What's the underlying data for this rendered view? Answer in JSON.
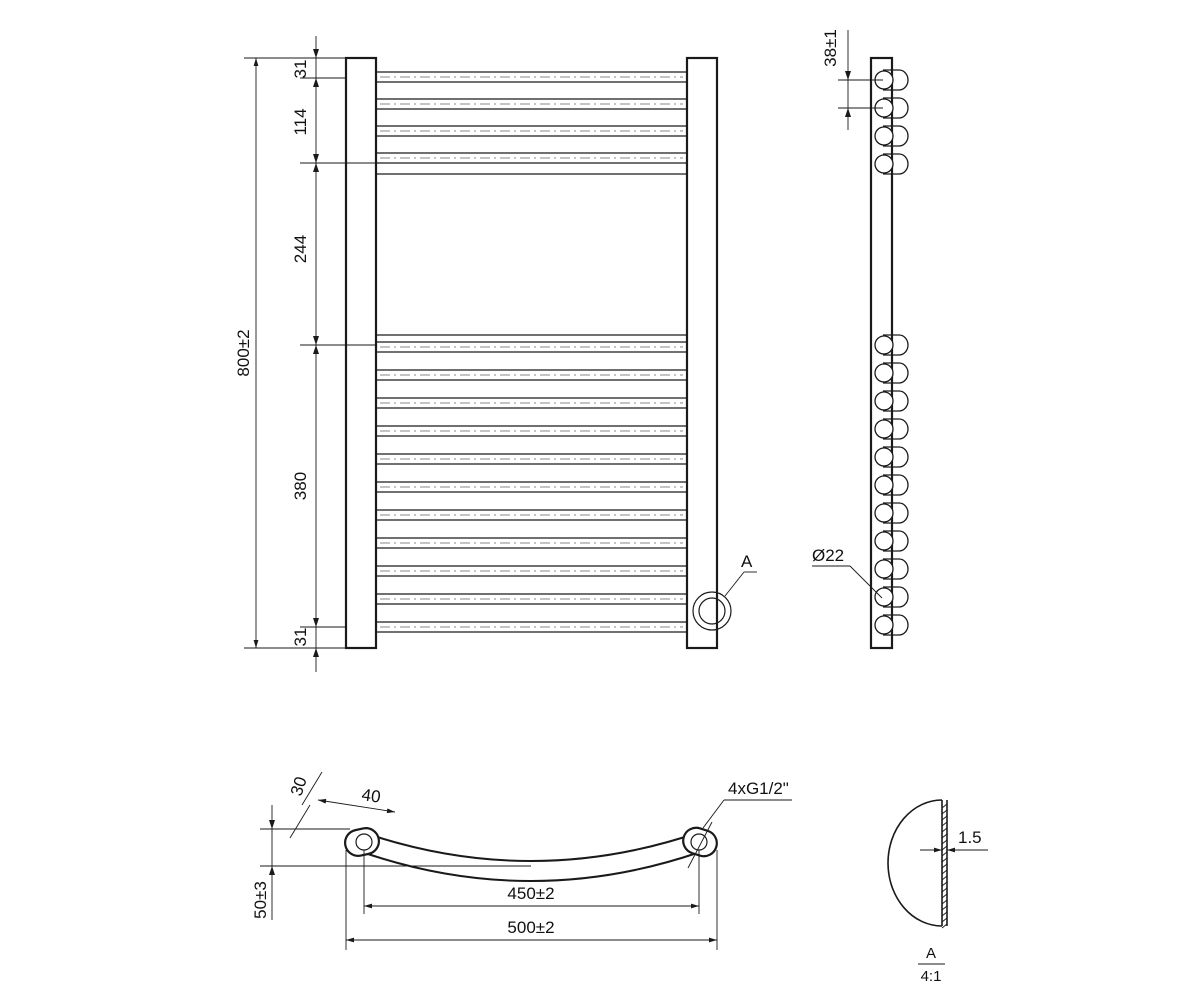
{
  "colors": {
    "line": "#1a1a1a",
    "centerline": "#8a8a8a",
    "background": "#ffffff"
  },
  "front_view": {
    "overall_height": "800±2",
    "top_offset": "31",
    "top_group_span": "114",
    "gap_span": "244",
    "bottom_group_span": "380",
    "bottom_offset": "31",
    "detail_marker": "A"
  },
  "side_view": {
    "tube_pitch": "38±1",
    "tube_diameter": "Ø22"
  },
  "top_view": {
    "bend_depth": "50±3",
    "collector_depth": "30",
    "collector_width": "40",
    "connection_spacing": "450±2",
    "overall_width": "500±2",
    "thread_spec": "4xG1/2\""
  },
  "detail_view": {
    "label": "A",
    "scale": "4:1",
    "wall_thickness": "1.5"
  }
}
